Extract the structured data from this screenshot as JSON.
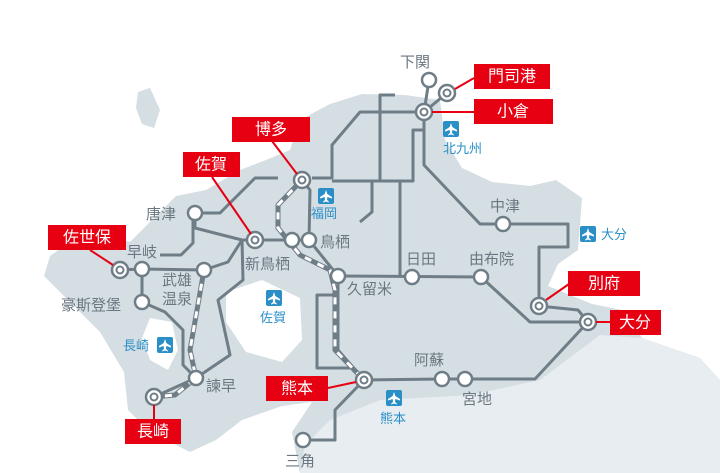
{
  "colors": {
    "land": "#d5dee3",
    "land_south": "#e7edf0",
    "rail": "#6f7d87",
    "highlight": "#e60012",
    "airport": "#2a8fc7"
  },
  "major_stations": {
    "mojiko": "門司港",
    "kokura": "小倉",
    "hakata": "博多",
    "saga": "佐賀",
    "sasebo": "佐世保",
    "nagasaki": "長崎",
    "kumamoto": "熊本",
    "beppu": "別府",
    "oita": "大分"
  },
  "stations": {
    "shimonoseki": "下関",
    "karatsu": "唐津",
    "haiki": "早岐",
    "takeo_1": "武雄",
    "takeo_2": "温泉",
    "huis_ten_bosch": "豪斯登堡",
    "isahaya": "諫早",
    "shintosu": "新鳥栖",
    "tosu": "鳥栖",
    "kurume": "久留米",
    "hita": "日田",
    "yufuin": "由布院",
    "nakatsu": "中津",
    "aso": "阿蘇",
    "miyaji": "宮地",
    "misumi": "三角"
  },
  "airports": {
    "kitakyushu": "北九州",
    "fukuoka": "福岡",
    "saga": "佐賀",
    "nagasaki": "長崎",
    "oita": "大分",
    "kumamoto": "熊本"
  },
  "icons": {
    "airport": "airplane-icon"
  }
}
